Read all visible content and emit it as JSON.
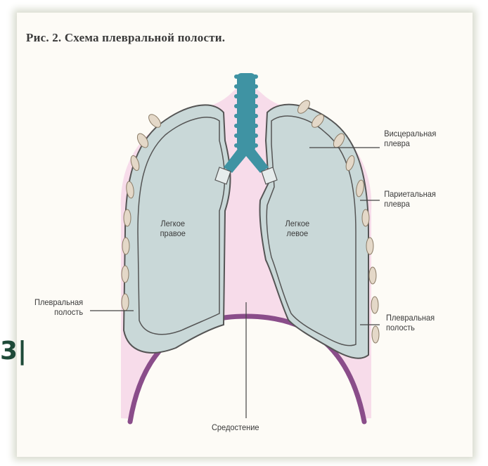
{
  "title": "Рис. 2. Схема плевральной полости.",
  "side_text": "3|",
  "labels": {
    "lung_right": "Легкое\nправое",
    "lung_left": "Легкое\nлевое",
    "visceral_pleura": "Висцеральная\nплевра",
    "parietal_pleura": "Париетальная\nплевра",
    "pleural_cavity_left": "Плевральная\nполость",
    "pleural_cavity_right": "Плевральная\nполость",
    "mediastinum": "Средостение"
  },
  "colors": {
    "lung_fill": "#c9d8d8",
    "mediastinum_fill": "#f7dcea",
    "diaphragm": "#8a4d8a",
    "trachea": "#3f93a3",
    "outline": "#5a5a5a"
  }
}
